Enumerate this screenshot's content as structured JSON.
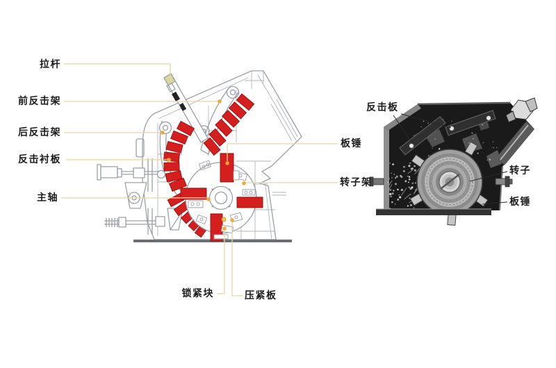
{
  "schematic_labels": {
    "pull_rod": "拉杆",
    "front_impact_frame": "前反击架",
    "rear_impact_frame": "后反击架",
    "impact_liner_plate": "反击衬板",
    "main_shaft": "主轴",
    "blow_bar": "板锤",
    "rotor_frame": "转子架",
    "lock_block": "锁紧块",
    "pressing_plate": "压紧板"
  },
  "photo_labels": {
    "impact_plate": "反击板",
    "rotor": "转子",
    "blow_bar": "板锤"
  },
  "colors": {
    "liner_red": "#d51f1f",
    "liner_red_edge": "#8f0f0f",
    "leader_line_tan": "#e6d7a3",
    "marker_dot_orange": "#f2a93b",
    "drawing_gray": "#9aa0a5",
    "label_text": "#1c1c1c",
    "photo_dark": "#1a1a1a"
  }
}
